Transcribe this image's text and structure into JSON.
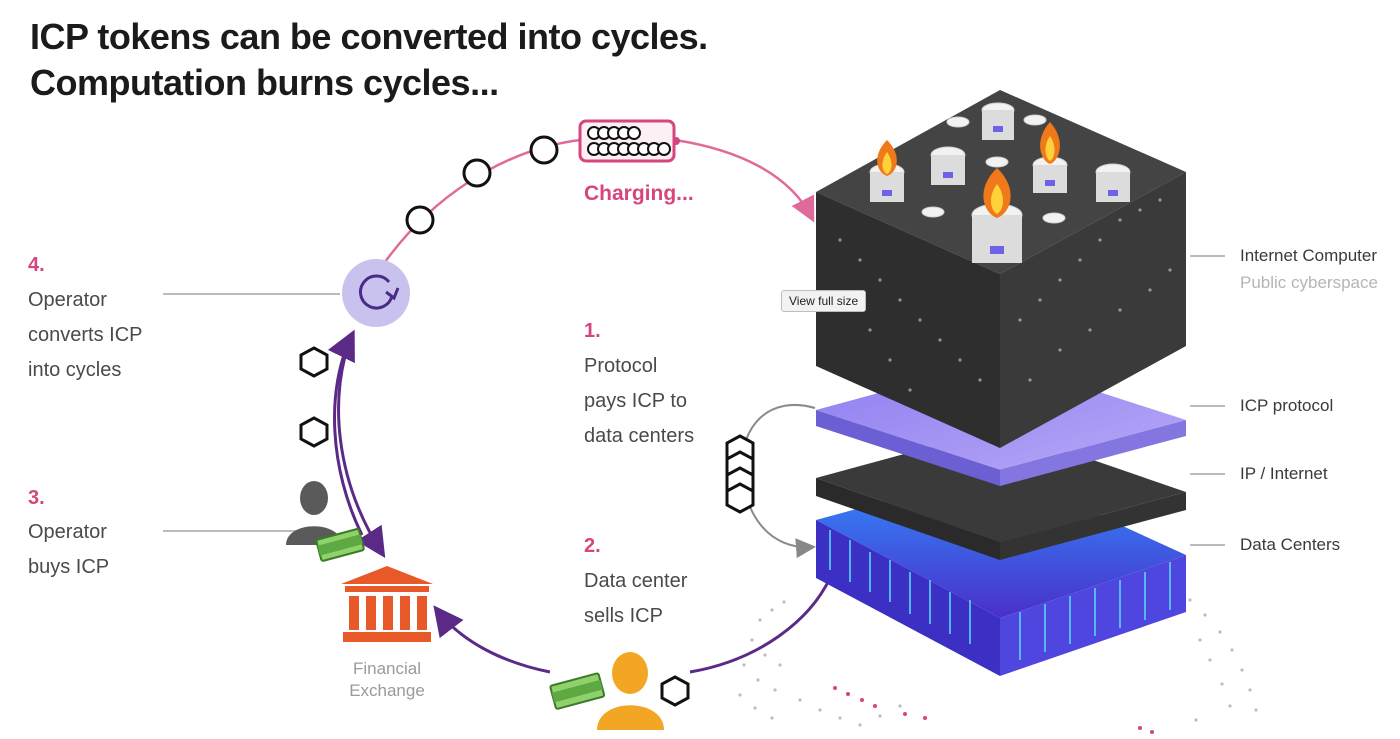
{
  "title": {
    "line1": "ICP tokens can be converted into cycles.",
    "line2": "Computation burns cycles..."
  },
  "steps": [
    {
      "number": "4.",
      "lines": [
        "Operator",
        "converts ICP",
        "into cycles"
      ]
    },
    {
      "number": "3.",
      "lines": [
        "Operator",
        "buys ICP"
      ]
    },
    {
      "number": "1.",
      "lines": [
        "Protocol",
        "pays ICP to",
        "data centers"
      ]
    },
    {
      "number": "2.",
      "lines": [
        "Data center",
        "sells ICP"
      ]
    }
  ],
  "charging_label": "Charging...",
  "exchange_label": [
    "Financial",
    "Exchange"
  ],
  "layers": {
    "internet_computer": "Internet Computer",
    "public_cyberspace": "Public cyberspace",
    "icp_protocol": "ICP protocol",
    "ip_internet": "IP / Internet",
    "data_centers": "Data Centers"
  },
  "tooltip": "View full size",
  "icons": [
    "cycle-refresh-icon",
    "hexagon-token-icon",
    "operator-person-icon",
    "cash-icon",
    "bank-icon",
    "datacenter-person-icon",
    "battery-icon",
    "fire-icon",
    "hexagon-stack-icon"
  ],
  "colors": {
    "accent_pink": "#d6457e",
    "accent_purple": "#5b2a86",
    "bank_orange": "#e8592a",
    "person_orange": "#f3a623",
    "cube_dark": "#3b3b3b",
    "protocol_purple": "#8a7ee6",
    "datacenter_blue": "#4a3fd1"
  }
}
